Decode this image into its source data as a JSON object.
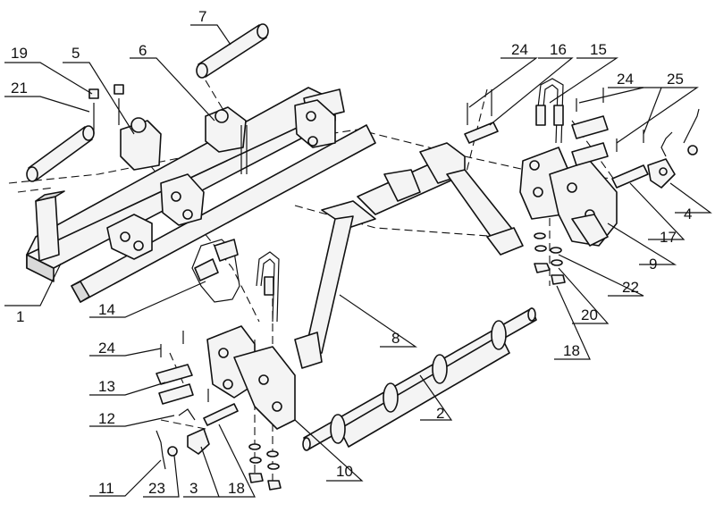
{
  "callouts": [
    {
      "label": "1"
    },
    {
      "label": "2"
    },
    {
      "label": "3"
    },
    {
      "label": "4"
    },
    {
      "label": "5"
    },
    {
      "label": "6"
    },
    {
      "label": "7"
    },
    {
      "label": "8"
    },
    {
      "label": "9"
    },
    {
      "label": "10"
    },
    {
      "label": "11"
    },
    {
      "label": "12"
    },
    {
      "label": "13"
    },
    {
      "label": "14"
    },
    {
      "label": "15"
    },
    {
      "label": "16"
    },
    {
      "label": "17"
    },
    {
      "label": "18"
    },
    {
      "label": "18"
    },
    {
      "label": "19"
    },
    {
      "label": "20"
    },
    {
      "label": "21"
    },
    {
      "label": "22"
    },
    {
      "label": "23"
    },
    {
      "label": "24"
    },
    {
      "label": "24"
    },
    {
      "label": "24"
    },
    {
      "label": "25"
    }
  ]
}
